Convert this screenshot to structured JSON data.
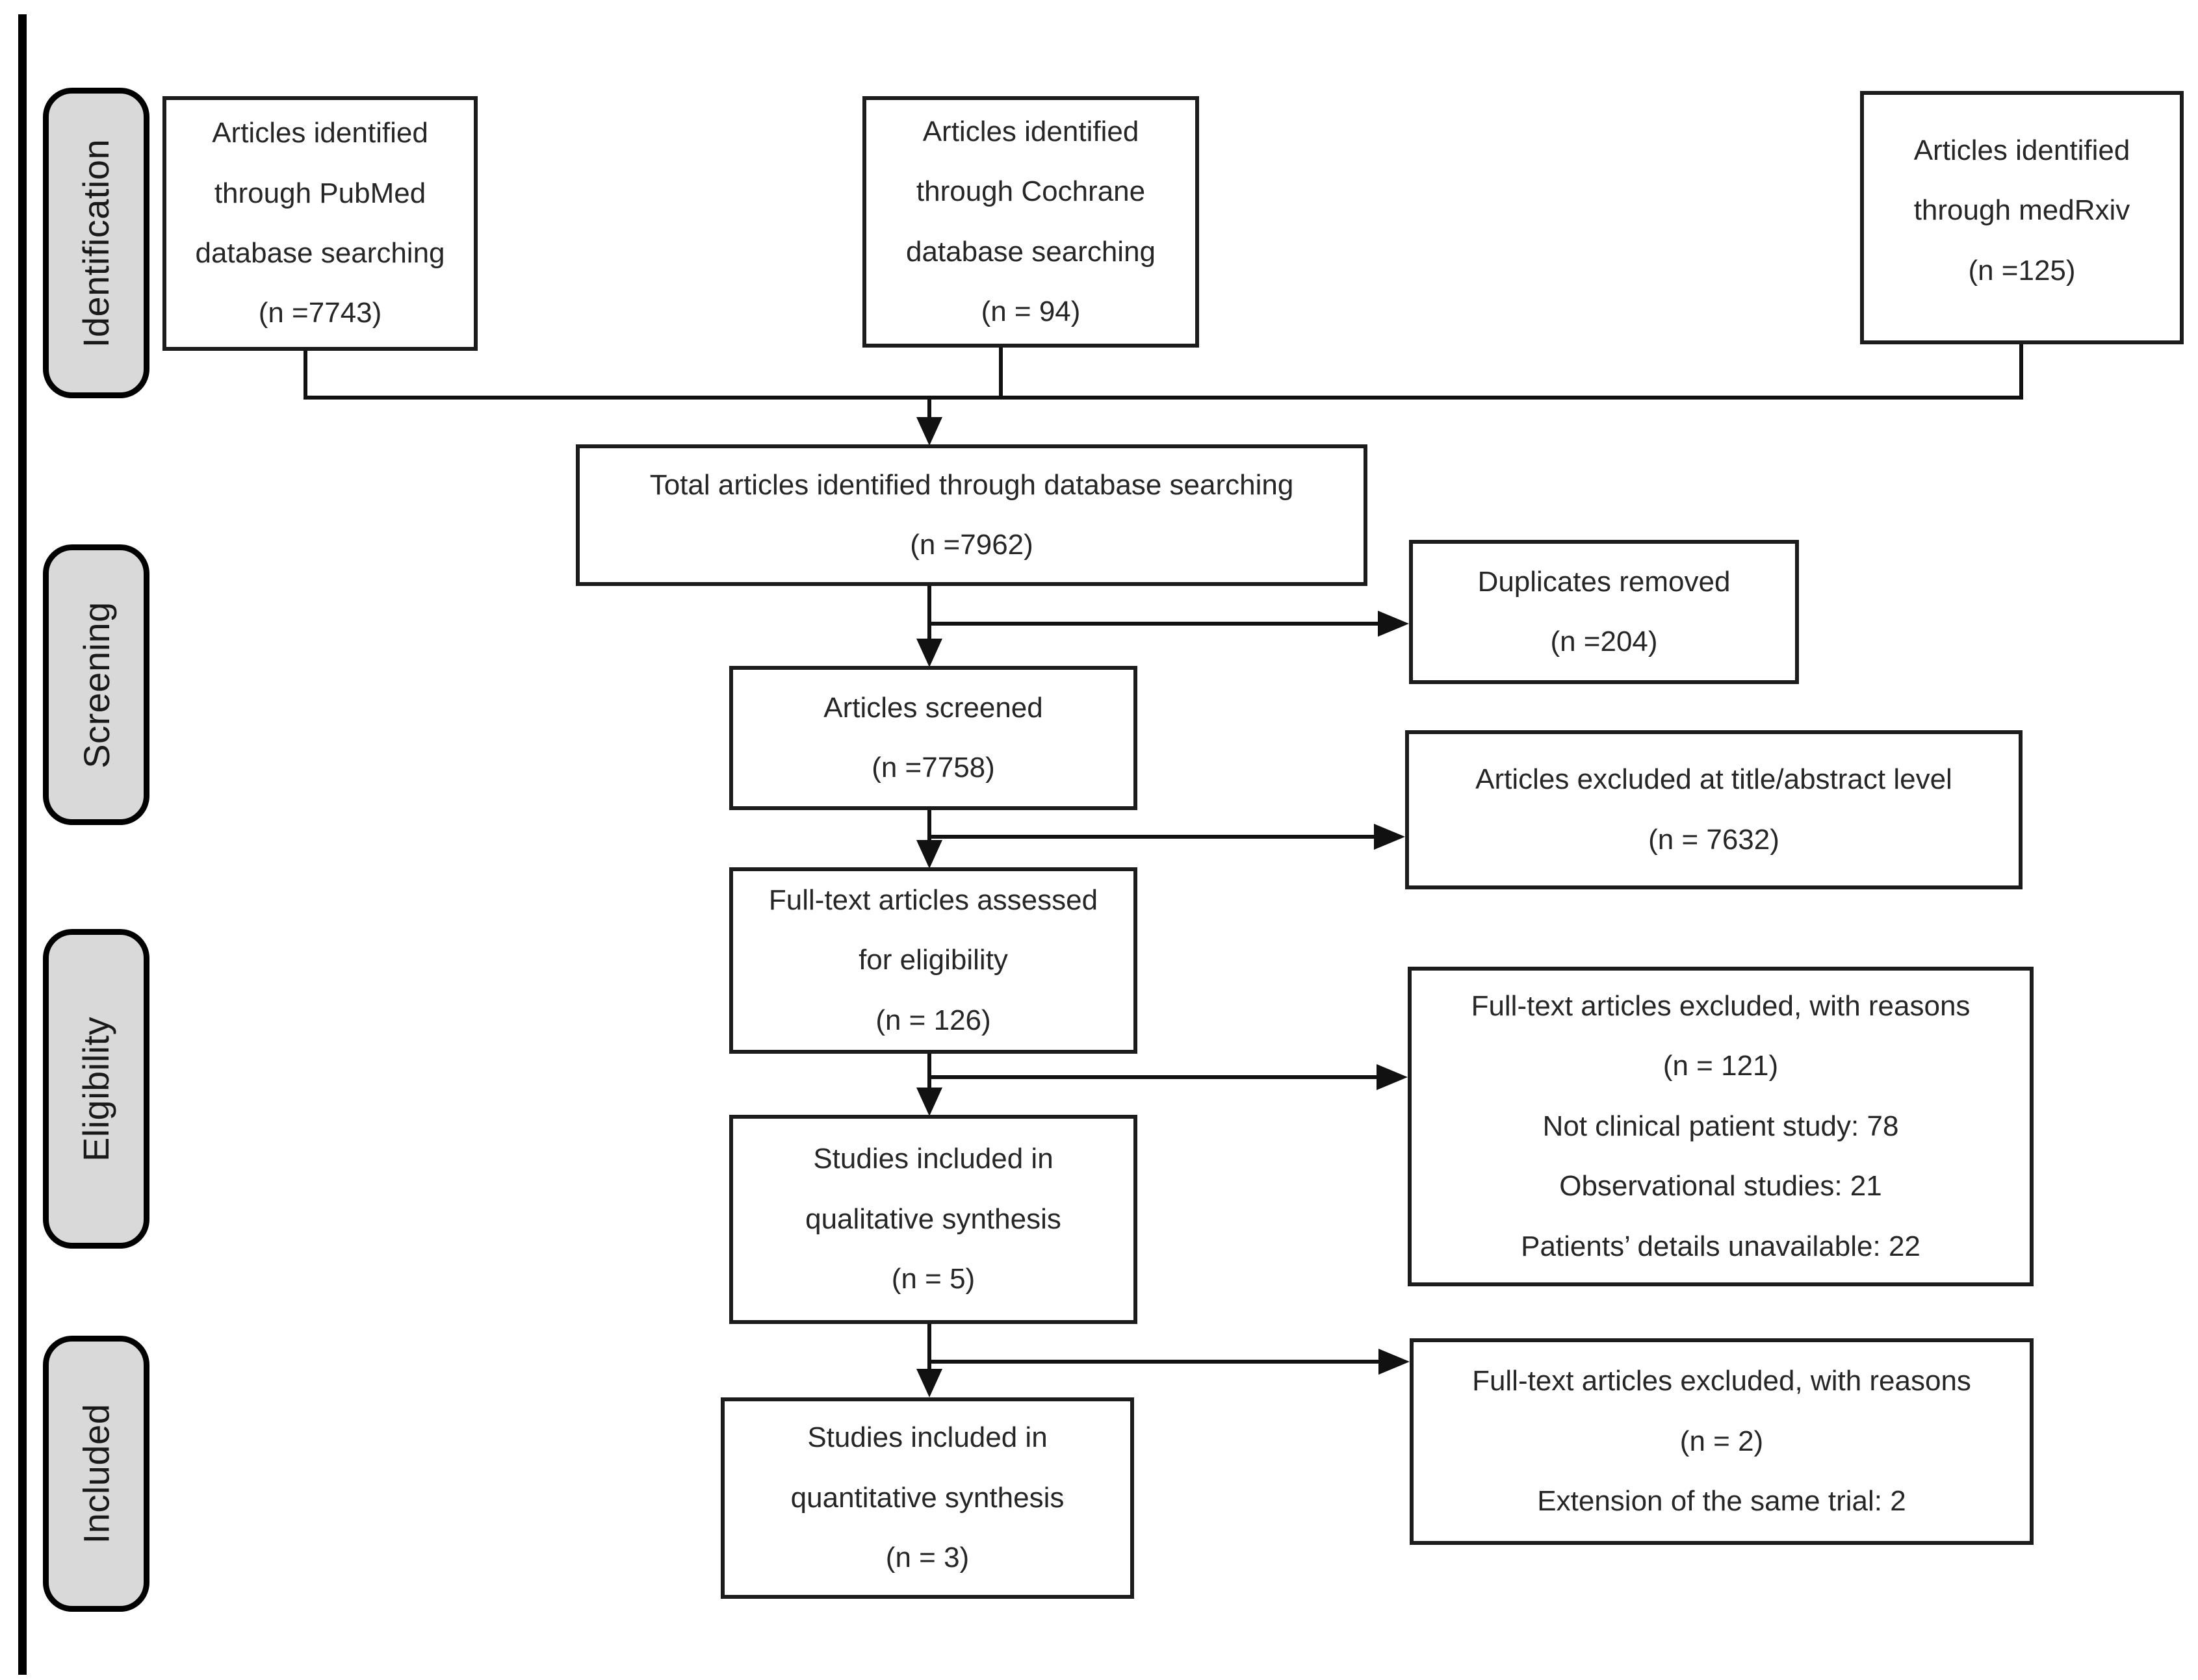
{
  "stages": {
    "identification": "Identification",
    "screening": "Screening",
    "eligibility": "Eligibility",
    "included": "Included"
  },
  "boxes": {
    "pubmed": {
      "lines": [
        "Articles identified",
        "through PubMed",
        "database searching",
        "(n =7743)"
      ]
    },
    "cochrane": {
      "lines": [
        "Articles identified",
        "through Cochrane",
        "database searching",
        "(n = 94)"
      ]
    },
    "medrxiv": {
      "lines": [
        "Articles identified",
        "through medRxiv",
        "(n =125)"
      ]
    },
    "total": {
      "lines": [
        "Total articles identified through database searching",
        "(n =7962)"
      ]
    },
    "duplicates": {
      "lines": [
        "Duplicates removed",
        "(n =204)"
      ]
    },
    "screened": {
      "lines": [
        "Articles screened",
        "(n =7758)"
      ]
    },
    "title_abstract": {
      "lines": [
        "Articles excluded at title/abstract level",
        "(n = 7632)"
      ]
    },
    "fulltext": {
      "lines": [
        "Full-text articles assessed",
        "for eligibility",
        "(n = 126)"
      ]
    },
    "reasons": {
      "lines": [
        "Full-text articles excluded, with reasons",
        "(n = 121)",
        "Not clinical patient study: 78",
        "Observational studies: 21",
        "Patients’ details unavailable: 22"
      ]
    },
    "qualitative": {
      "lines": [
        "Studies included in",
        "qualitative synthesis",
        "(n = 5)"
      ]
    },
    "excluded2": {
      "lines": [
        "Full-text articles excluded, with reasons",
        "(n = 2)",
        "Extension of the same trial: 2"
      ]
    },
    "quantitative": {
      "lines": [
        "Studies included in",
        "quantitative synthesis",
        "(n = 3)"
      ]
    }
  },
  "colors": {
    "box_fill": "#ffffff",
    "box_border": "#1c1c1c",
    "stage_fill": "#d9d9d9",
    "stage_border": "#000000",
    "line": "#111111",
    "text": "#262626"
  }
}
